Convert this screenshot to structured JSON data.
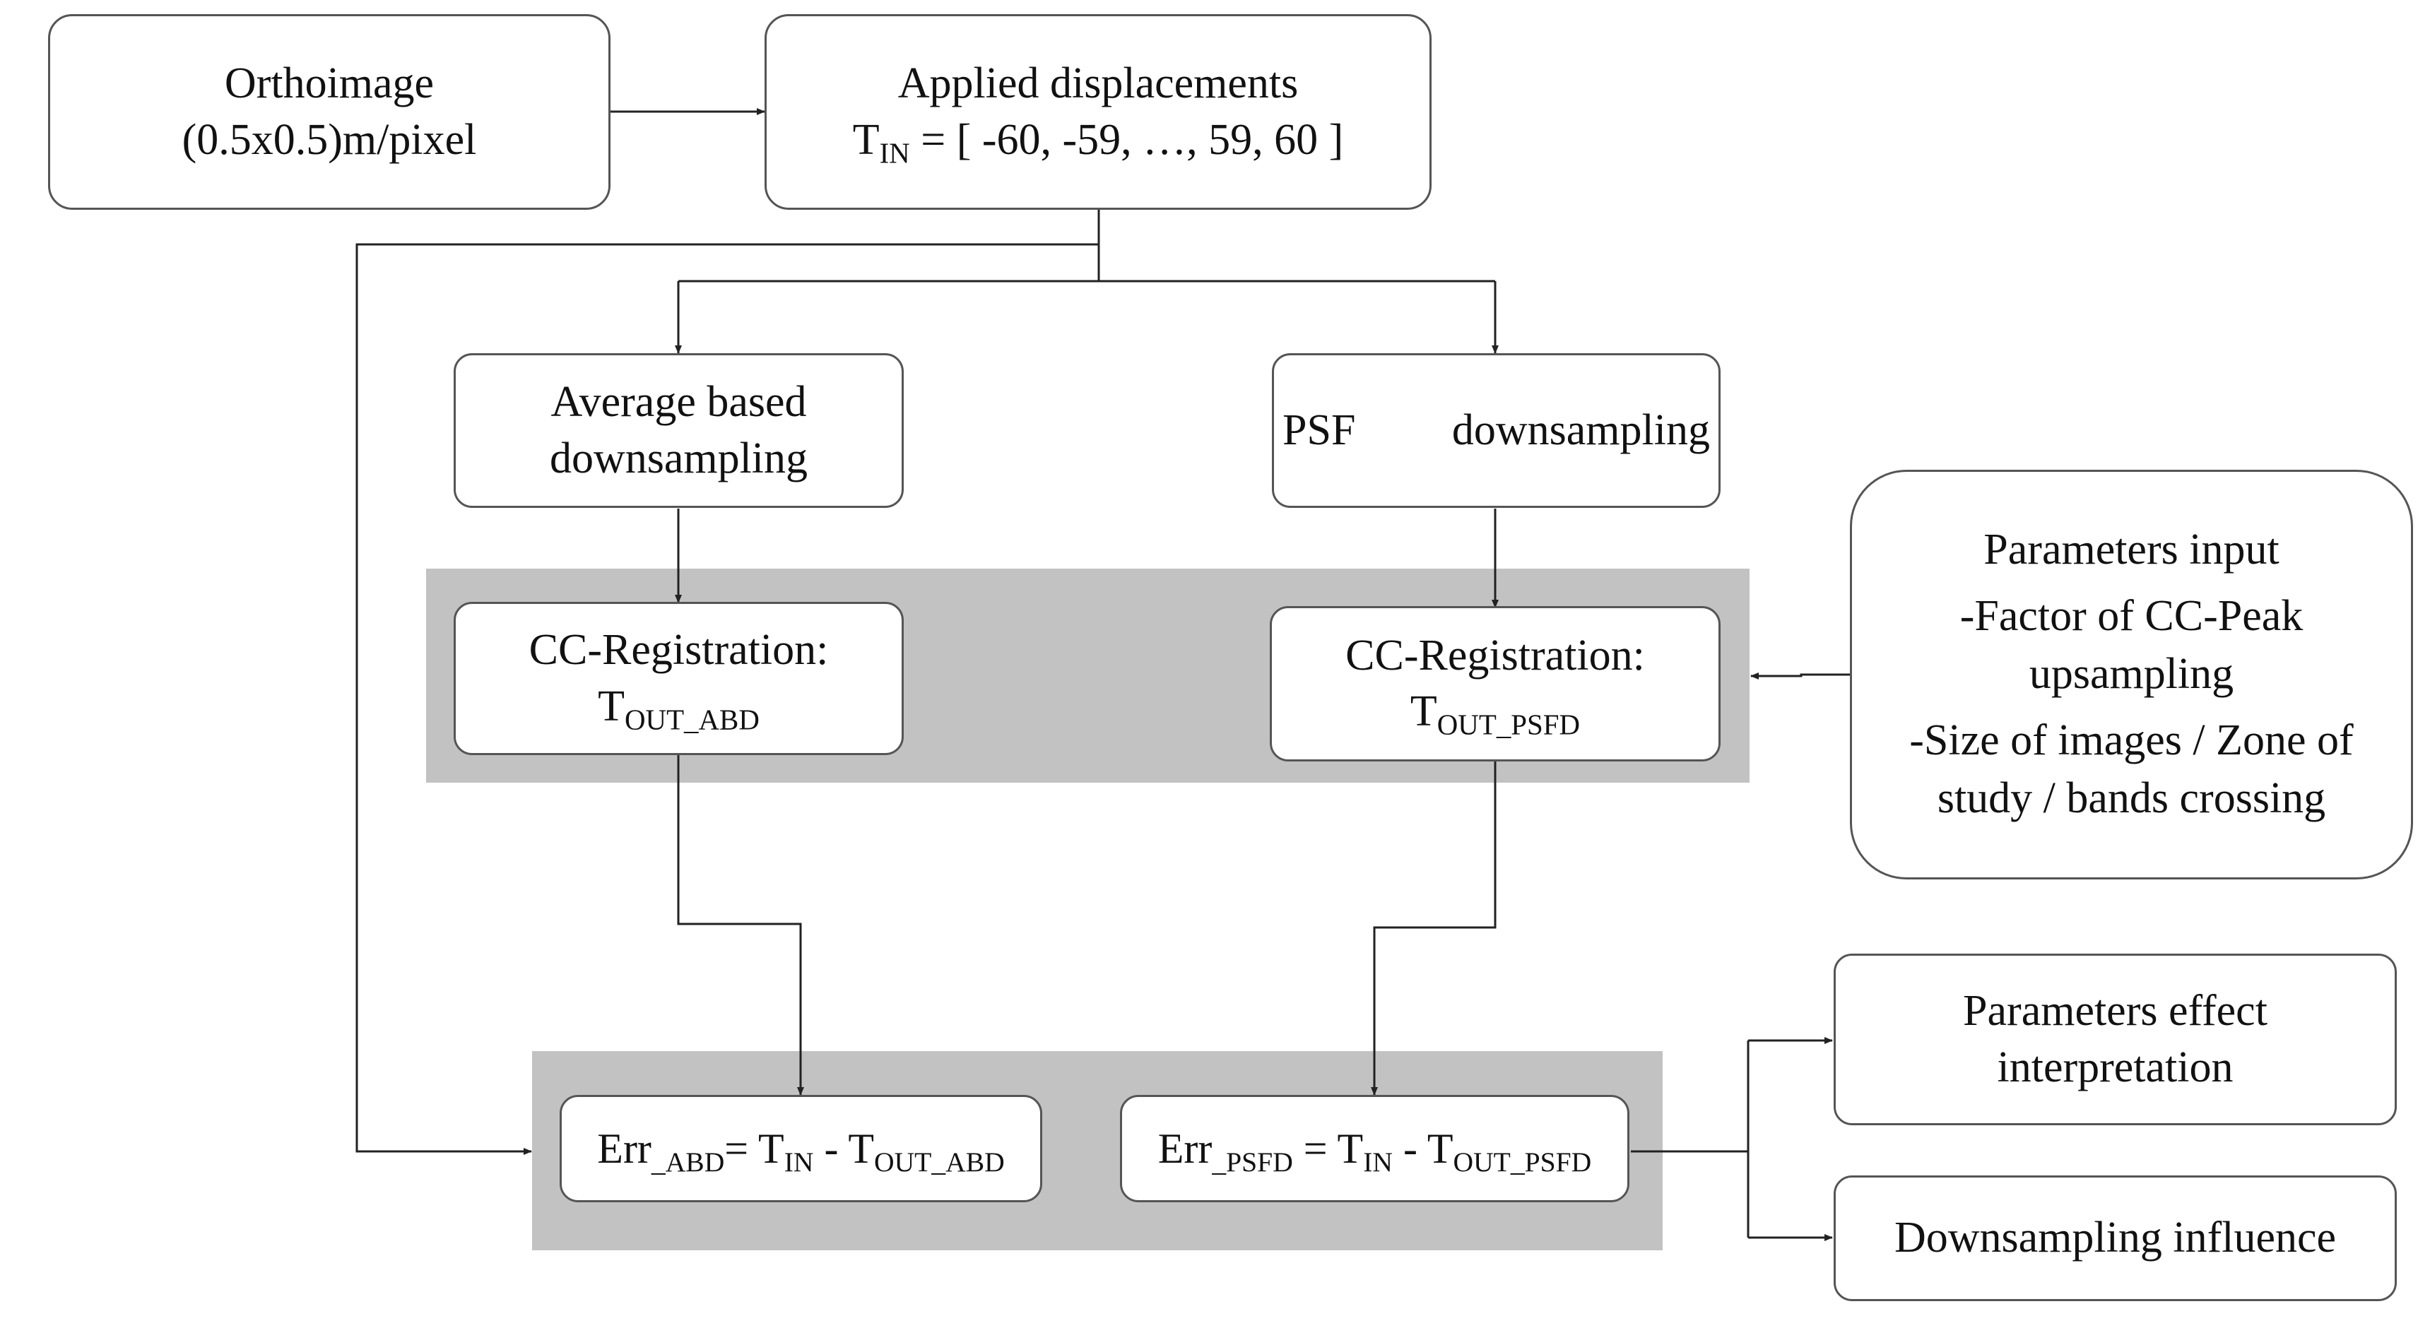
{
  "orthoimage": {
    "line1": "Orthoimage",
    "line2": "(0.5x0.5)m/pixel"
  },
  "applied_displacements": {
    "title": "Applied displacements",
    "t_main": "T",
    "t_sub": "IN",
    "values": " = [ -60, -59, …, 59, 60 ]"
  },
  "average_downsampling": {
    "line1": "Average based",
    "line2": "downsampling"
  },
  "psf_downsampling": {
    "word1": "PSF",
    "word2": "downsampling"
  },
  "cc_registration_abd": {
    "line1": "CC-Registration:",
    "t_main": "T",
    "t_sub": "OUT_ABD"
  },
  "cc_registration_psfd": {
    "line1": "CC-Registration:",
    "t_main": "T",
    "t_sub": "OUT_PSFD"
  },
  "parameters_input": {
    "title": "Parameters input",
    "item1_line1": "-Factor of CC-Peak",
    "item1_line2": "upsampling",
    "item2_line1": "-Size of images / Zone of",
    "item2_line2": "study / bands crossing"
  },
  "err_abd": {
    "prefix": "Err",
    "prefix_sub": "_ABD",
    "eq": "= T",
    "t_in_sub": "IN",
    "minus": " - T",
    "t_out_sub": "OUT_ABD"
  },
  "err_psfd": {
    "prefix": "Err",
    "prefix_sub": "_PSFD",
    "eq": " = T",
    "t_in_sub": "IN",
    "minus": " - T",
    "t_out_sub": "OUT_PSFD"
  },
  "parameters_effect": {
    "line1": "Parameters effect",
    "line2": "interpretation"
  },
  "downsampling_influence": {
    "label": "Downsampling influence"
  }
}
